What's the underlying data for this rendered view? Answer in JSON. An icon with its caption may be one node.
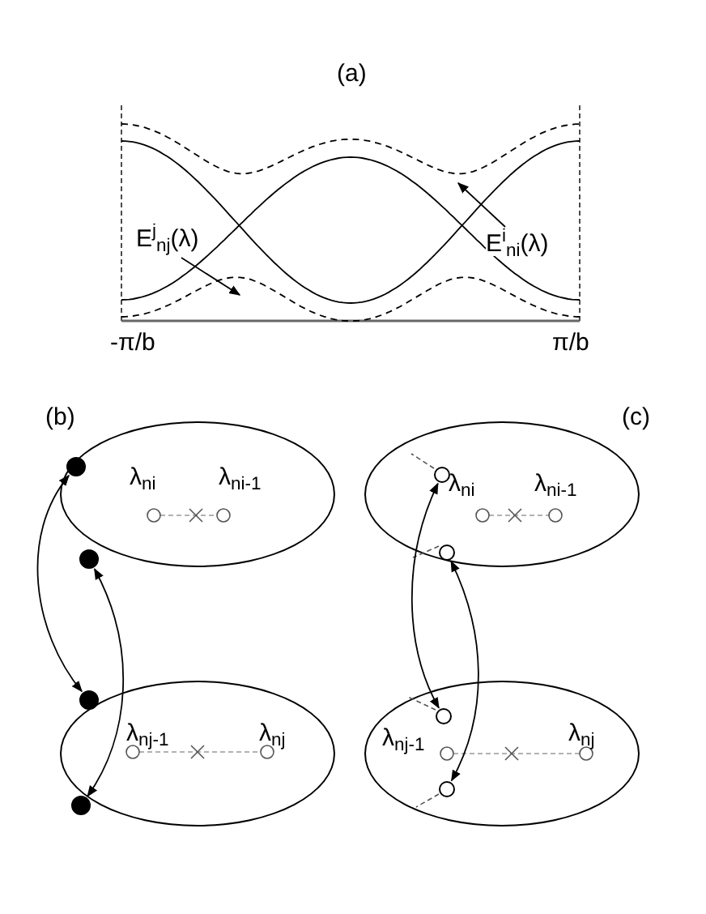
{
  "diagram": {
    "nodes": [
      {
        "text": [
          "E$^{j}$$_{nj}$(λ)"
        ]
      },
      {
        "text": [
          "E$^{i}$$_{ni}$(λ)"
        ]
      },
      {
        "text": [
          "λ$_{ni}$",
          "λ$_{ni-1}$"
        ]
      },
      {
        "text": [],
        "shape": "circle",
        "in": 2
      },
      {
        "text": [],
        "shape": "circle",
        "in": 2
      },
      {
        "text": [
          "λ$_{nj-1}$",
          "λ$_{nj}$"
        ]
      },
      {
        "text": [],
        "shape": "circle",
        "in": 5
      },
      {
        "text": [],
        "shape": "circle",
        "in": 5
      },
      {
        "text": [
          "λ$_{ni}$",
          "λ$_{ni-1}$"
        ]
      },
      {
        "text": [],
        "shape": "circle",
        "in": 8
      },
      {
        "text": [],
        "shape": "circle",
        "in": 8
      },
      {
        "text": [
          "λ$_{nj-1}$",
          "λ$_{nj}$"
        ]
      },
      {
        "text": [],
        "shape": "circle",
        "in": 11
      },
      {
        "text": [],
        "shape": "circle",
        "in": 11
      }
    ],
    "edges": [
      {
        "from": 0,
        "to": null,
        "arrow": "to"
      },
      {
        "from": 1,
        "to": null,
        "arrow": "to"
      },
      {
        "from": 3,
        "to": 6,
        "arrow": "both"
      },
      {
        "from": 4,
        "to": 7,
        "arrow": "both"
      },
      {
        "from": 9,
        "to": 12,
        "arrow": "both"
      },
      {
        "from": 10,
        "to": 13,
        "arrow": "both"
      }
    ],
    "labels": [
      "(a)",
      "-π/b",
      "π/b",
      "(b)",
      "(c)"
    ]
  }
}
